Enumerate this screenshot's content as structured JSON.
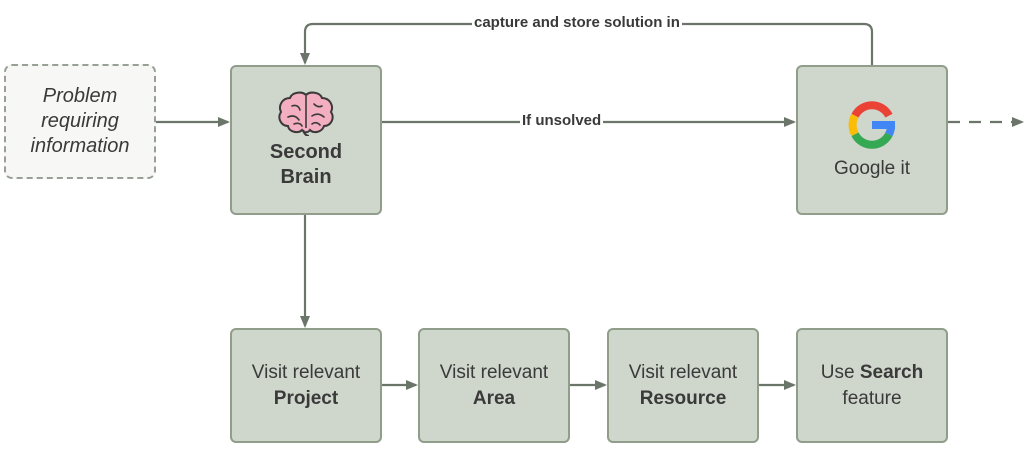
{
  "nodes": {
    "problem": [
      "Problem",
      "requiring",
      "information"
    ],
    "second_brain": [
      "Second",
      "Brain"
    ],
    "google": "Google it",
    "steps": [
      {
        "line1": "Visit relevant",
        "line2": "Project"
      },
      {
        "line1": "Visit relevant",
        "line2": "Area"
      },
      {
        "line1": "Visit relevant",
        "line2": "Resource"
      }
    ],
    "search": {
      "prefix": "Use ",
      "bold": "Search",
      "line2": "feature"
    }
  },
  "edges": {
    "capture": "capture and store solution in",
    "unsolved": "If unsolved"
  },
  "icons": {
    "brain": "brain-icon",
    "google": "google-logo-icon"
  },
  "colors": {
    "box_fill": "#cfd6cb",
    "box_border": "#8f9d8a",
    "arrow": "#6b756a",
    "brain_pink": "#f3aec2",
    "google_blue": "#4285F4",
    "google_red": "#EA4335",
    "google_yellow": "#FBBC05",
    "google_green": "#34A853"
  }
}
